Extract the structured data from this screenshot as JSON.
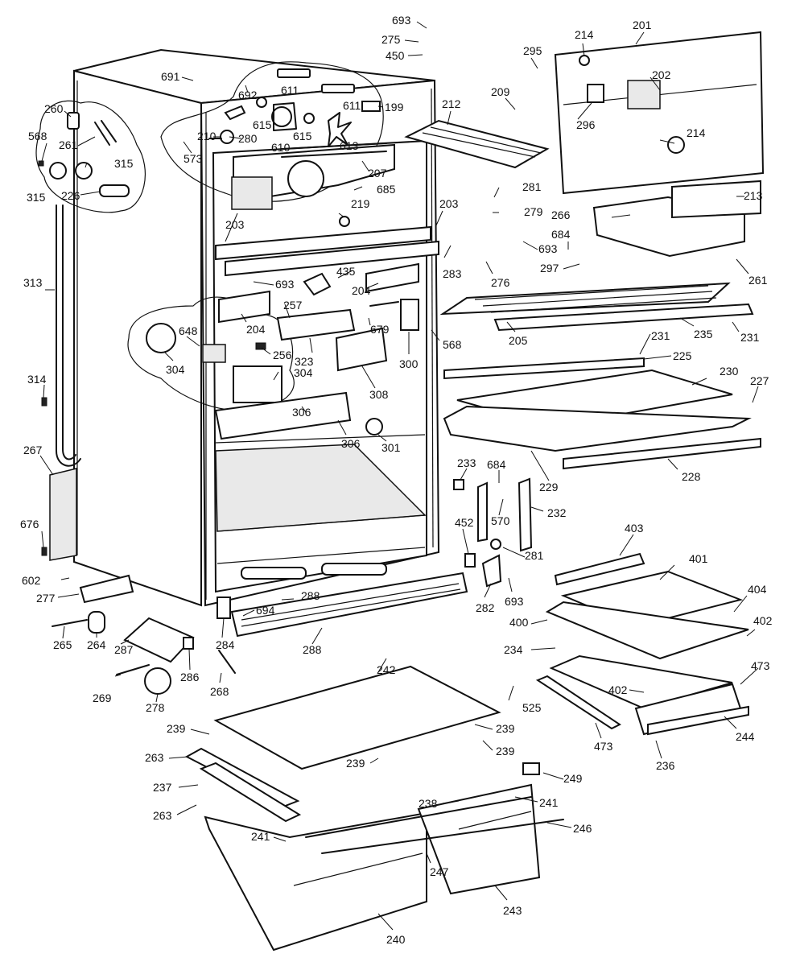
{
  "callouts": [
    {
      "id": "c693a",
      "text": "693"
    },
    {
      "id": "c275",
      "text": "275"
    },
    {
      "id": "c450",
      "text": "450"
    },
    {
      "id": "c295",
      "text": "295"
    },
    {
      "id": "c214a",
      "text": "214"
    },
    {
      "id": "c201",
      "text": "201"
    },
    {
      "id": "c202",
      "text": "202"
    },
    {
      "id": "c296",
      "text": "296"
    },
    {
      "id": "c214b",
      "text": "214"
    },
    {
      "id": "c209",
      "text": "209"
    },
    {
      "id": "c212",
      "text": "212"
    },
    {
      "id": "c691",
      "text": "691"
    },
    {
      "id": "c692",
      "text": "692"
    },
    {
      "id": "c611a",
      "text": "611"
    },
    {
      "id": "c611b",
      "text": "611"
    },
    {
      "id": "c199",
      "text": "199"
    },
    {
      "id": "c260",
      "text": "260"
    },
    {
      "id": "c615a",
      "text": "615"
    },
    {
      "id": "c615b",
      "text": "615"
    },
    {
      "id": "c610",
      "text": "610"
    },
    {
      "id": "c613",
      "text": "613"
    },
    {
      "id": "c210",
      "text": "210"
    },
    {
      "id": "c280",
      "text": "280"
    },
    {
      "id": "c261a",
      "text": "261"
    },
    {
      "id": "c568a",
      "text": "568"
    },
    {
      "id": "c573",
      "text": "573"
    },
    {
      "id": "c315a",
      "text": "315"
    },
    {
      "id": "c315b",
      "text": "315"
    },
    {
      "id": "c226",
      "text": "226"
    },
    {
      "id": "c207",
      "text": "207"
    },
    {
      "id": "c685",
      "text": "685"
    },
    {
      "id": "c281a",
      "text": "281"
    },
    {
      "id": "c213",
      "text": "213"
    },
    {
      "id": "c203a",
      "text": "203"
    },
    {
      "id": "c279",
      "text": "279"
    },
    {
      "id": "c219",
      "text": "219"
    },
    {
      "id": "c266",
      "text": "266"
    },
    {
      "id": "c684a",
      "text": "684"
    },
    {
      "id": "c203b",
      "text": "203"
    },
    {
      "id": "c693b",
      "text": "693"
    },
    {
      "id": "c283",
      "text": "283"
    },
    {
      "id": "c297",
      "text": "297"
    },
    {
      "id": "c261b",
      "text": "261"
    },
    {
      "id": "c313",
      "text": "313"
    },
    {
      "id": "c276",
      "text": "276"
    },
    {
      "id": "c435",
      "text": "435"
    },
    {
      "id": "c693c",
      "text": "693"
    },
    {
      "id": "c204a",
      "text": "204"
    },
    {
      "id": "c257",
      "text": "257"
    },
    {
      "id": "c204b",
      "text": "204"
    },
    {
      "id": "c679",
      "text": "679"
    },
    {
      "id": "c648",
      "text": "648"
    },
    {
      "id": "c568b",
      "text": "568"
    },
    {
      "id": "c205",
      "text": "205"
    },
    {
      "id": "c235",
      "text": "235"
    },
    {
      "id": "c231a",
      "text": "231"
    },
    {
      "id": "c231b",
      "text": "231"
    },
    {
      "id": "c323",
      "text": "323"
    },
    {
      "id": "c256",
      "text": "256"
    },
    {
      "id": "c300",
      "text": "300"
    },
    {
      "id": "c225",
      "text": "225"
    },
    {
      "id": "c304a",
      "text": "304"
    },
    {
      "id": "c304b",
      "text": "304"
    },
    {
      "id": "c314",
      "text": "314"
    },
    {
      "id": "c308",
      "text": "308"
    },
    {
      "id": "c230",
      "text": "230"
    },
    {
      "id": "c227",
      "text": "227"
    },
    {
      "id": "c306a",
      "text": "306"
    },
    {
      "id": "c306b",
      "text": "306"
    },
    {
      "id": "c301",
      "text": "301"
    },
    {
      "id": "c267",
      "text": "267"
    },
    {
      "id": "c233",
      "text": "233"
    },
    {
      "id": "c684b",
      "text": "684"
    },
    {
      "id": "c229",
      "text": "229"
    },
    {
      "id": "c228",
      "text": "228"
    },
    {
      "id": "c570",
      "text": "570"
    },
    {
      "id": "c232",
      "text": "232"
    },
    {
      "id": "c676",
      "text": "676"
    },
    {
      "id": "c403",
      "text": "403"
    },
    {
      "id": "c452",
      "text": "452"
    },
    {
      "id": "c281b",
      "text": "281"
    },
    {
      "id": "c401",
      "text": "401"
    },
    {
      "id": "c602",
      "text": "602"
    },
    {
      "id": "c277",
      "text": "277"
    },
    {
      "id": "c404",
      "text": "404"
    },
    {
      "id": "c288a",
      "text": "288"
    },
    {
      "id": "c694",
      "text": "694"
    },
    {
      "id": "c400",
      "text": "400"
    },
    {
      "id": "c402a",
      "text": "402"
    },
    {
      "id": "c282",
      "text": "282"
    },
    {
      "id": "c693d",
      "text": "693"
    },
    {
      "id": "c265",
      "text": "265"
    },
    {
      "id": "c264",
      "text": "264"
    },
    {
      "id": "c287",
      "text": "287"
    },
    {
      "id": "c284",
      "text": "284"
    },
    {
      "id": "c288b",
      "text": "288"
    },
    {
      "id": "c234",
      "text": "234"
    },
    {
      "id": "c473a",
      "text": "473"
    },
    {
      "id": "c286",
      "text": "286"
    },
    {
      "id": "c242",
      "text": "242"
    },
    {
      "id": "c402b",
      "text": "402"
    },
    {
      "id": "c269",
      "text": "269"
    },
    {
      "id": "c268",
      "text": "268"
    },
    {
      "id": "c525",
      "text": "525"
    },
    {
      "id": "c278",
      "text": "278"
    },
    {
      "id": "c244",
      "text": "244"
    },
    {
      "id": "c239a",
      "text": "239"
    },
    {
      "id": "c239b",
      "text": "239"
    },
    {
      "id": "c473b",
      "text": "473"
    },
    {
      "id": "c236",
      "text": "236"
    },
    {
      "id": "c263a",
      "text": "263"
    },
    {
      "id": "c239c",
      "text": "239"
    },
    {
      "id": "c239d",
      "text": "239"
    },
    {
      "id": "c249",
      "text": "249"
    },
    {
      "id": "c237",
      "text": "237"
    },
    {
      "id": "c241a",
      "text": "241"
    },
    {
      "id": "c238",
      "text": "238"
    },
    {
      "id": "c263b",
      "text": "263"
    },
    {
      "id": "c246",
      "text": "246"
    },
    {
      "id": "c241b",
      "text": "241"
    },
    {
      "id": "c247",
      "text": "247"
    },
    {
      "id": "c243",
      "text": "243"
    },
    {
      "id": "c240",
      "text": "240"
    }
  ]
}
